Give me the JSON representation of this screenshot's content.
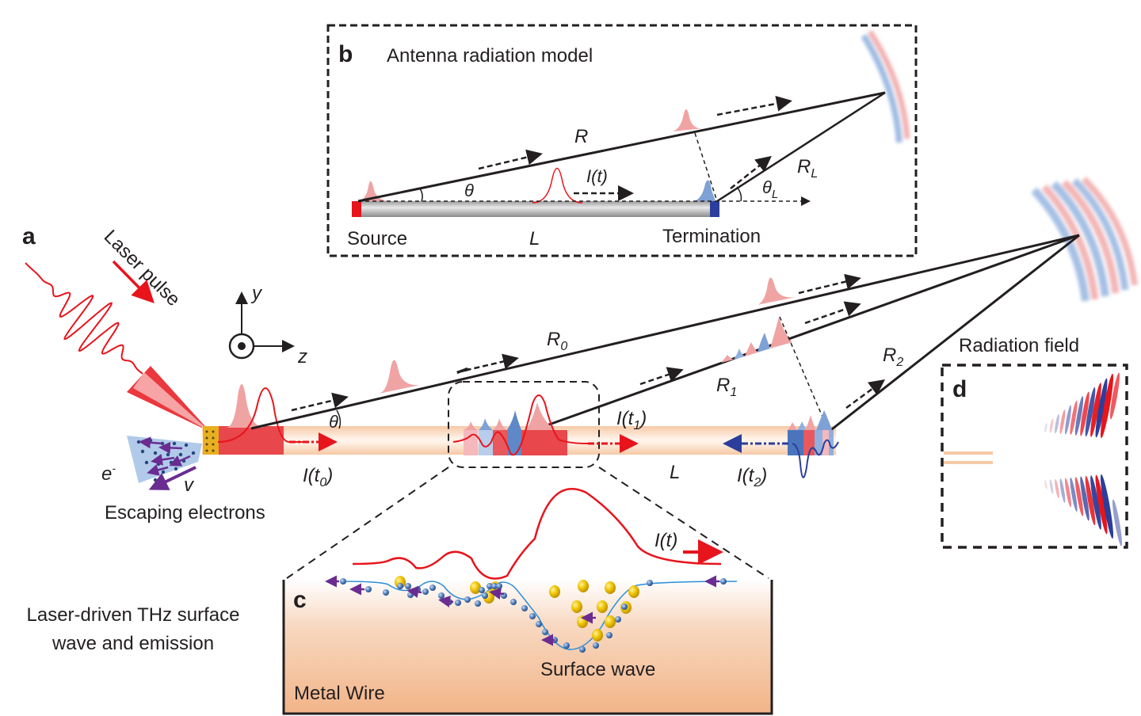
{
  "panels": {
    "a": {
      "letter": "a",
      "laser_label": "Laser pulse",
      "axis_y": "y",
      "axis_z": "z",
      "electron_label": "e",
      "electron_superscript": "-",
      "velocity_label": "v",
      "escaping_label": "Escaping electrons",
      "caption_line1": "Laser-driven THz surface",
      "caption_line2": "wave and emission",
      "theta": "θ",
      "R0": "R",
      "R0_sub": "0",
      "R1": "R",
      "R1_sub": "1",
      "R2": "R",
      "R2_sub": "2",
      "I_t0": "I(t",
      "I_t0_sub": "0",
      "I_t1": "I(t",
      "I_t1_sub": "1",
      "I_t2": "I(t",
      "I_t2_sub": "2",
      "close_paren": ")",
      "L": "L",
      "radiation_label": "Radiation field"
    },
    "b": {
      "letter": "b",
      "title": "Antenna radiation model",
      "R": "R",
      "RL": "R",
      "RL_sub": "L",
      "theta": "θ",
      "thetaL": "θ",
      "thetaL_sub": "L",
      "current": "I(t)",
      "source": "Source",
      "L": "L",
      "termination": "Termination"
    },
    "c": {
      "letter": "c",
      "current": "I(t)",
      "surface_wave": "Surface wave",
      "metal_wire": "Metal Wire"
    },
    "d": {
      "letter": "d"
    }
  },
  "colors": {
    "red": "#e8141c",
    "pink": "#f0a3a3",
    "blue": "#2b3e9b",
    "lightblue": "#8fb0de",
    "wire": "#f6c9a6",
    "purple": "#6a2c91",
    "gold": "#e0b000",
    "black": "#231f20"
  }
}
